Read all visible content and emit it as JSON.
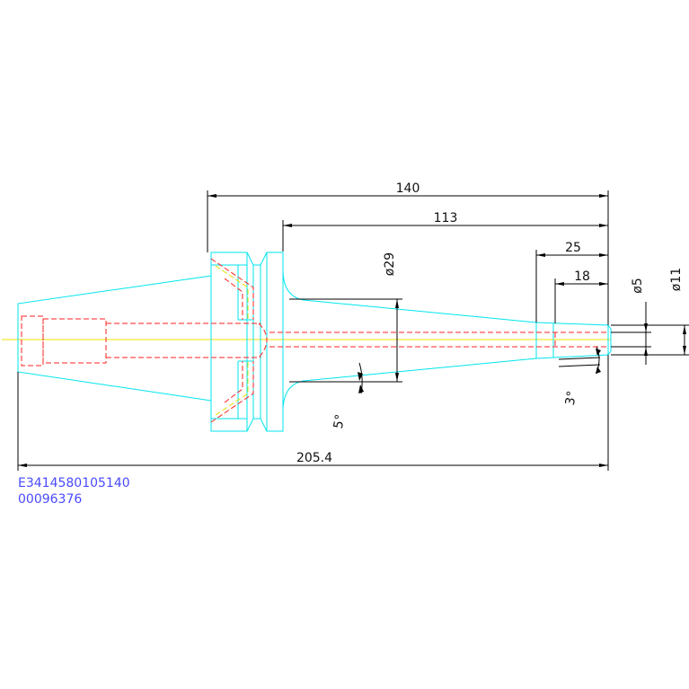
{
  "colors": {
    "geometry": "#00e5ee",
    "hidden_lines": "#ff2020",
    "centerline": "#f0e000",
    "dimensions": "#000000",
    "code_text": "#4a4aff"
  },
  "dimensions": {
    "total_length": "205.4",
    "length_140": "140",
    "length_113": "113",
    "length_25": "25",
    "length_18": "18",
    "dia_29": "ø29",
    "dia_5": "ø5",
    "dia_11": "ø11",
    "angle_5": "5°",
    "angle_3": "3°"
  },
  "codes": {
    "part_number": "E3414580105140",
    "item_number": "00096376"
  }
}
